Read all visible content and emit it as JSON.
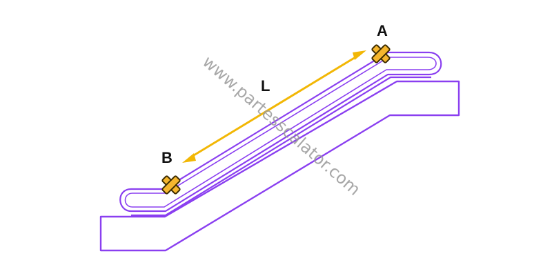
{
  "diagram": {
    "labels": {
      "point_a": "A",
      "point_b": "B",
      "length": "L"
    },
    "watermark": "www.partesscalator.com",
    "icons": {
      "marker_a": "x-marker-icon",
      "marker_b": "x-marker-icon",
      "arrow": "double-headed-arrow-icon"
    },
    "colors": {
      "outline": "#8a3ff0",
      "arrow": "#f2b705",
      "marker_fill": "#f5b62e",
      "marker_stroke": "#3a2a00",
      "watermark": "#9a9a9a",
      "label": "#111111"
    }
  }
}
